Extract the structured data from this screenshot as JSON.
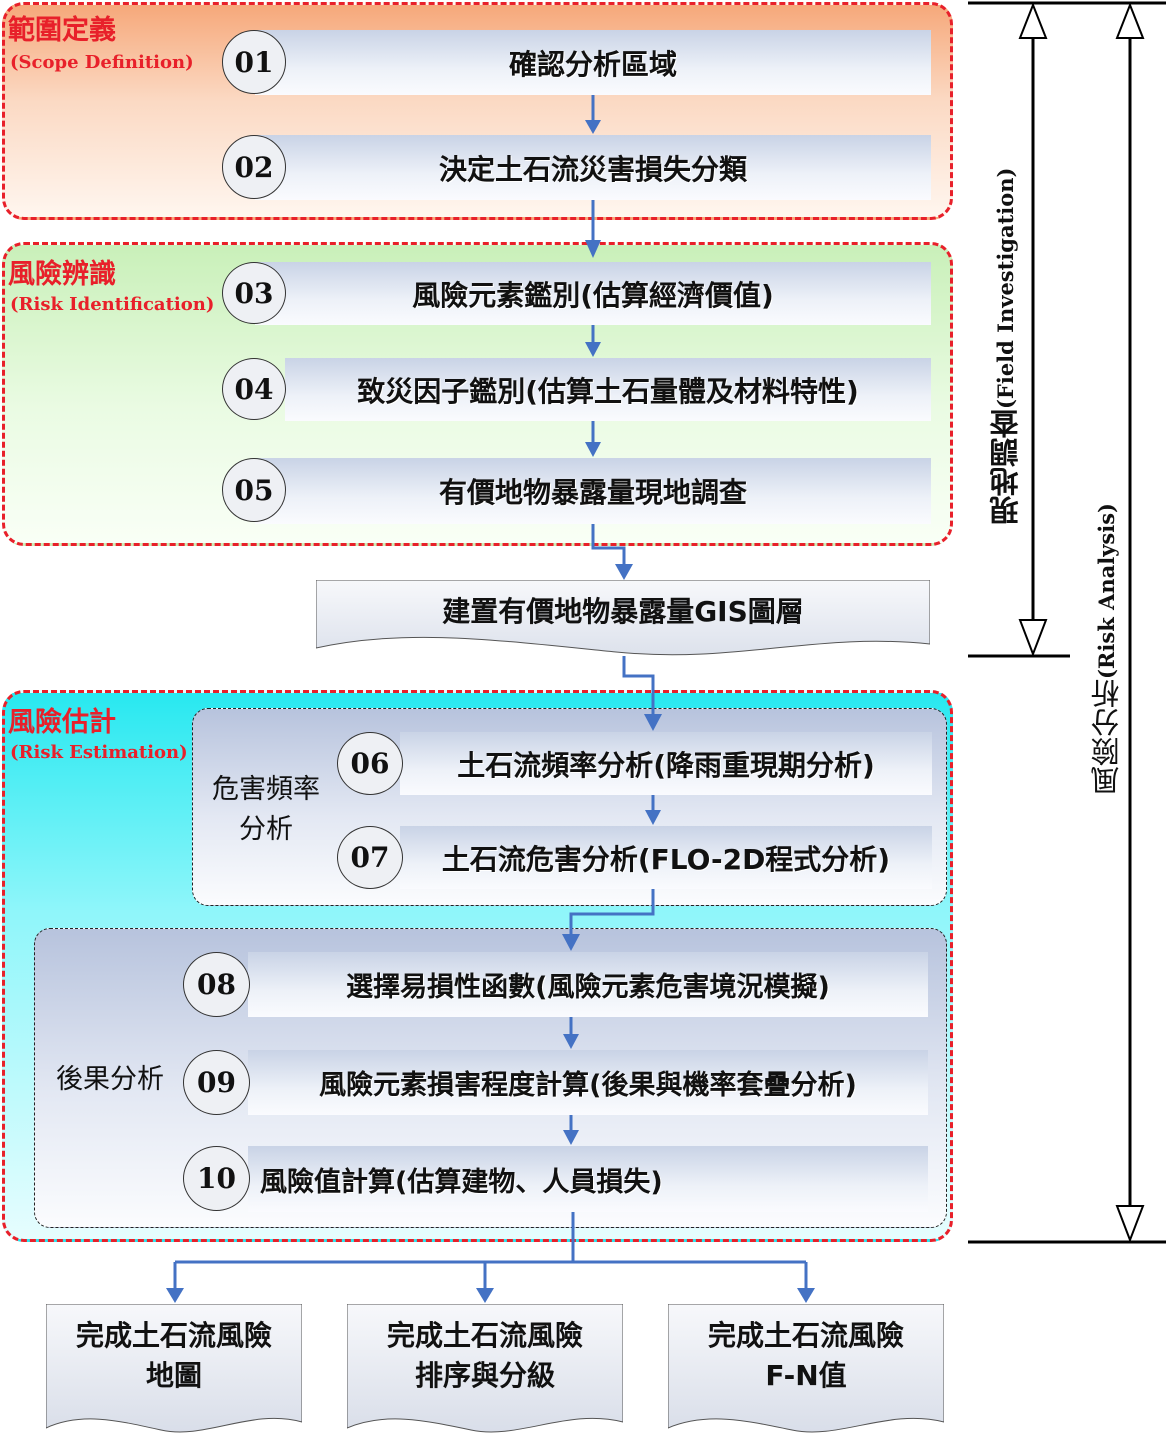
{
  "phases": {
    "scope": {
      "title": "範圍定義",
      "subtitle": "(Scope Definition)"
    },
    "identification": {
      "title": "風險辨識",
      "subtitle": "(Risk Identification)"
    },
    "estimation": {
      "title": "風險估計",
      "subtitle": "(Risk Estimation)"
    }
  },
  "groups": {
    "hazard": {
      "label_line1": "危害頻率",
      "label_line2": "分析"
    },
    "consequence": {
      "label": "後果分析"
    }
  },
  "steps": [
    {
      "num": "01",
      "label": "確認分析區域"
    },
    {
      "num": "02",
      "label": "決定土石流災害損失分類"
    },
    {
      "num": "03",
      "label": "風險元素鑑別(估算經濟價值)"
    },
    {
      "num": "04",
      "label": "致災因子鑑別(估算土石量體及材料特性)"
    },
    {
      "num": "05",
      "label": "有價地物暴露量現地調查"
    },
    {
      "num": "06",
      "label": "土石流頻率分析(降雨重現期分析)"
    },
    {
      "num": "07",
      "label": "土石流危害分析(FLO-2D程式分析)"
    },
    {
      "num": "08",
      "label": "選擇易損性函數(風險元素危害境況模擬)"
    },
    {
      "num": "09",
      "label": "風險元素損害程度計算(後果與機率套疊分析)"
    },
    {
      "num": "10",
      "label": "風險值計算(估算建物、人員損失)"
    }
  ],
  "gis_layer": {
    "label": "建置有價地物暴露量GIS圖層"
  },
  "outputs": [
    {
      "line1": "完成土石流風險",
      "line2": "地圖"
    },
    {
      "line1": "完成土石流風險",
      "line2": "排序與分級"
    },
    {
      "line1": "完成土石流風險",
      "line2": "F-N值"
    }
  ],
  "side_labels": {
    "field_investigation_zh": "現地調查",
    "field_investigation_en": "(Field Investigation)",
    "risk_analysis_zh": "風險分析",
    "risk_analysis_en": "(Risk Analysis)"
  },
  "colors": {
    "phase_border": "#e8202a",
    "connector": "#4472c4",
    "scope_fill": "#f6a87a",
    "identification_fill": "#c9f0b9",
    "estimation_fill": "#28e8f0"
  }
}
